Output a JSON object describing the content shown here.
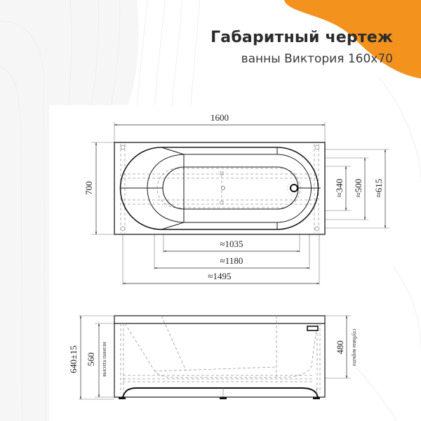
{
  "header": {
    "title": "Габаритный чертеж",
    "subtitle": "ванны Виктория 160х70"
  },
  "colors": {
    "accent_orange": "#f4921e",
    "line": "#1a1a1a",
    "hidden_line": "#9a9a9a",
    "dim_line": "#6a6a6a",
    "background_shape": "#f5f5f5"
  },
  "top_view": {
    "length_label": "1600",
    "width_label": "700",
    "inner_widths": {
      "w340": "≈340",
      "w500": "≈500",
      "w615": "≈615"
    },
    "inner_lengths": {
      "l1035": "≈1035",
      "l1180": "≈1180",
      "l1495": "≈1495"
    }
  },
  "side_view": {
    "height_total": "640±15",
    "panel_height": "560",
    "panel_height_caption": "высота панели",
    "tub_depth": "480",
    "tub_depth_caption": "глубина корыта"
  }
}
